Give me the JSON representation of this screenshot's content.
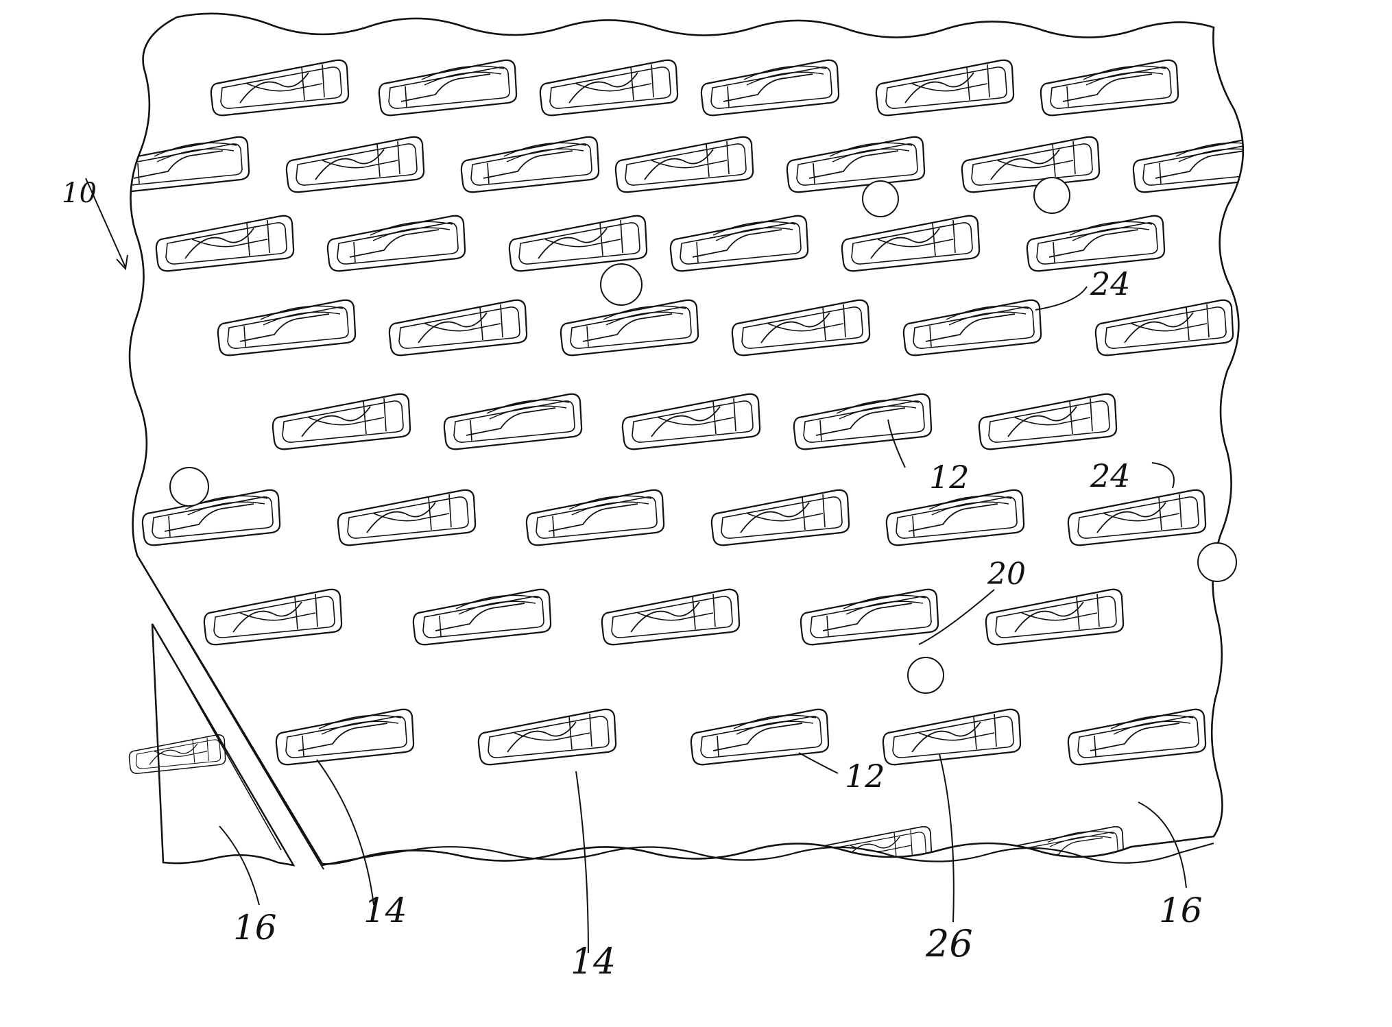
{
  "figure": {
    "reference_labels": {
      "sheet_assembly": "10",
      "element_12_upper": "12",
      "element_12_lower": "12",
      "element_14_left": "14",
      "element_14_center": "14",
      "element_16_left": "16",
      "element_16_right": "16",
      "element_20": "20",
      "element_24_upper": "24",
      "element_24_right": "24",
      "element_26": "26"
    },
    "colors": {
      "line": "#111111",
      "fill": "#ffffff"
    }
  }
}
